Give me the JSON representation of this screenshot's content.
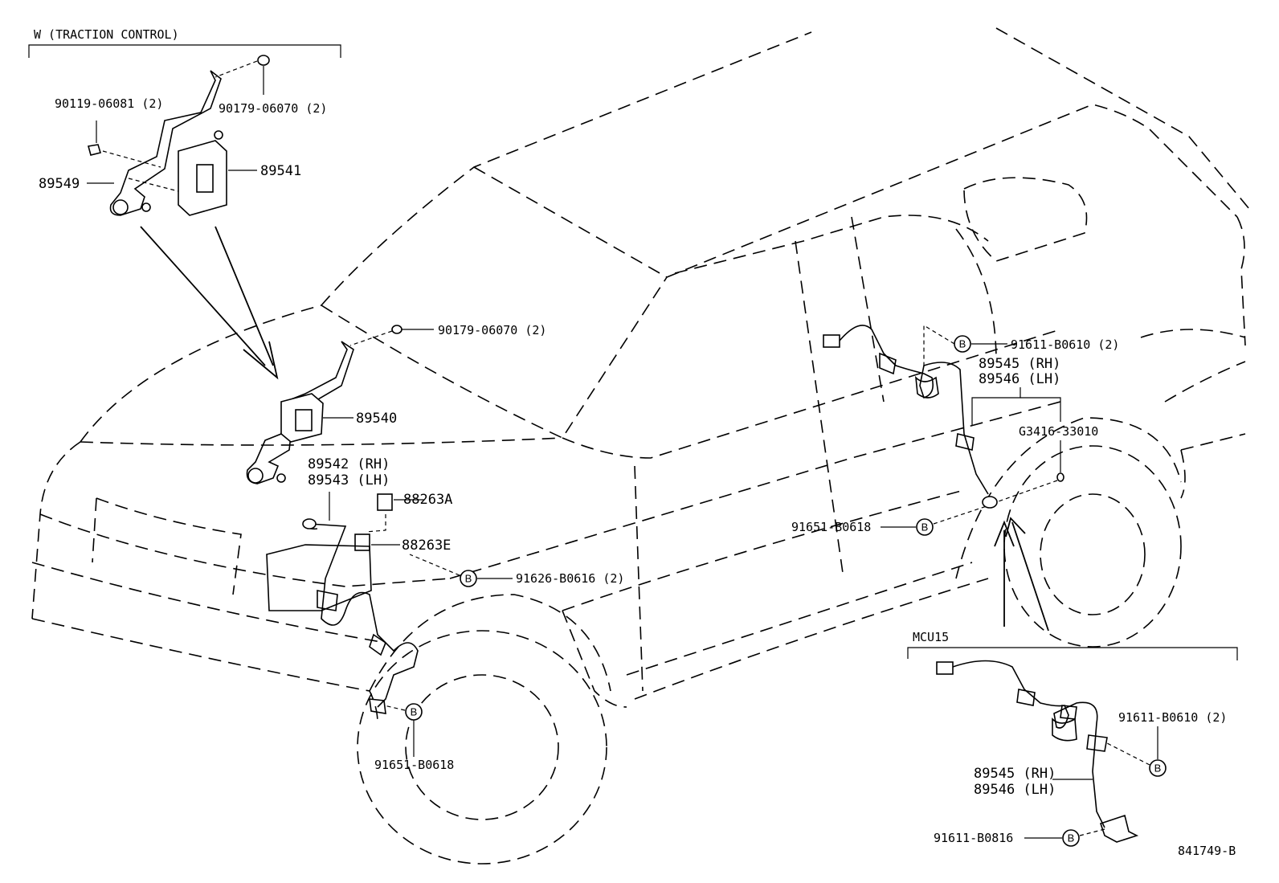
{
  "groups": {
    "traction_control": "W (TRACTION CONTROL)",
    "mcu15": "MCU15"
  },
  "labels": {
    "p90119_06081": "90119-06081 (2)",
    "p90179_06070_top": "90179-06070 (2)",
    "p89549": "89549",
    "p89541": "89541",
    "p90179_06070_mid": "90179-06070 (2)",
    "p89540": "89540",
    "p89542": "89542 (RH)",
    "p89543": "89543 (LH)",
    "p88263a": "88263A",
    "p88263e": "88263E",
    "p91626_b0616": "91626-B0616 (2)",
    "p91651_b0618_front": "91651-B0618",
    "p91611_b0610_rear": "91611-B0610 (2)",
    "p89545_rear": "89545 (RH)",
    "p89546_rear": "89546 (LH)",
    "pg3416_33010": "G3416-33010",
    "p91651_b0618_rear": "91651-B0618",
    "p91611_b0610_mcu": "91611-B0610 (2)",
    "p89545_mcu": "89545 (RH)",
    "p89546_mcu": "89546 (LH)",
    "p91611_b0816": "91611-B0816"
  },
  "marker": "B",
  "figure_id": "841749-B"
}
